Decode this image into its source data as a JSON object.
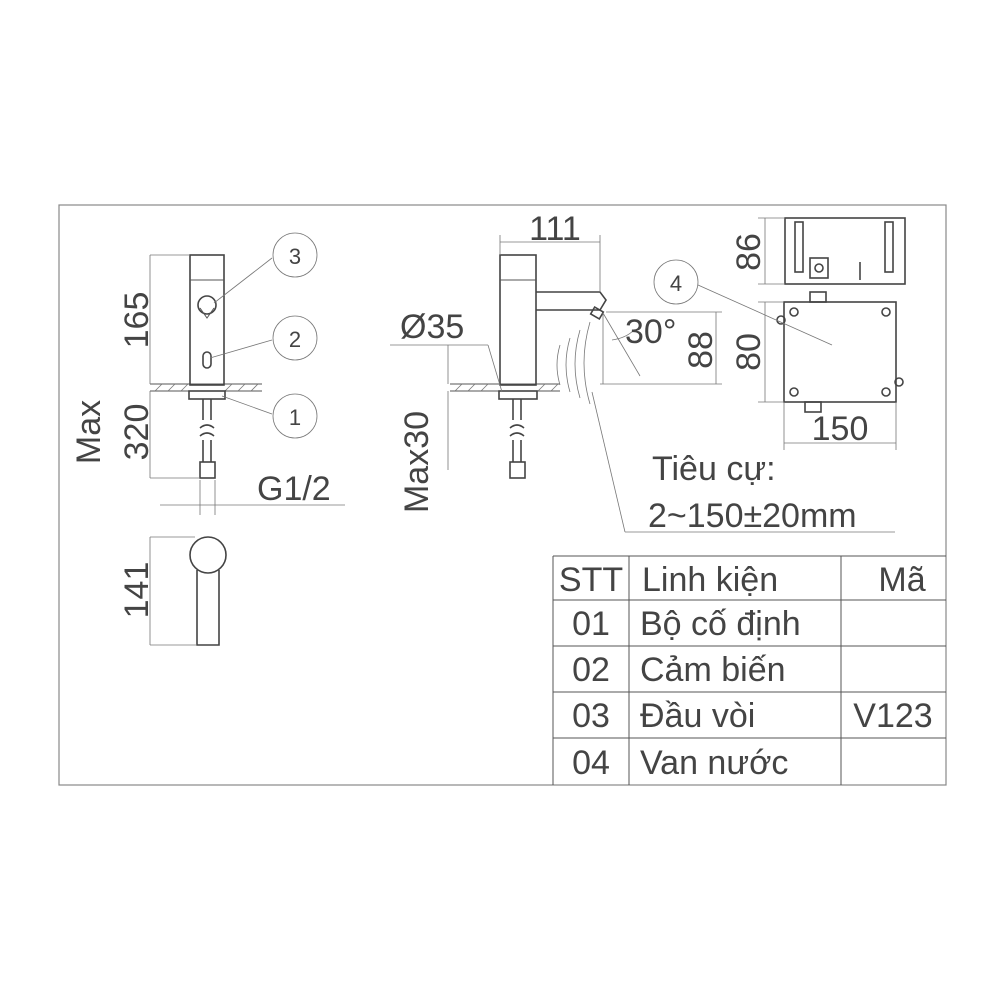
{
  "dimensions": {
    "faucet_height": "165",
    "max_label": "Max",
    "hose_length": "320",
    "thread": "G1/2",
    "spout_reach_top": "141",
    "width_side": "111",
    "diameter": "Ø35",
    "angle": "30°",
    "spout_height": "88",
    "max_deck": "Max30",
    "box_depth": "86",
    "box_height": "80",
    "box_width": "150"
  },
  "callouts": [
    "1",
    "2",
    "3",
    "4"
  ],
  "focal": {
    "line1": "Tiêu cự:",
    "line2": "2~150±20mm"
  },
  "table": {
    "headers": [
      "STT",
      "Linh kiện",
      "Mã"
    ],
    "rows": [
      [
        "01",
        "Bộ cố định",
        ""
      ],
      [
        "02",
        "Cảm biến",
        ""
      ],
      [
        "03",
        "Đầu vòi",
        "V123"
      ],
      [
        "04",
        "Van nước",
        ""
      ]
    ]
  }
}
